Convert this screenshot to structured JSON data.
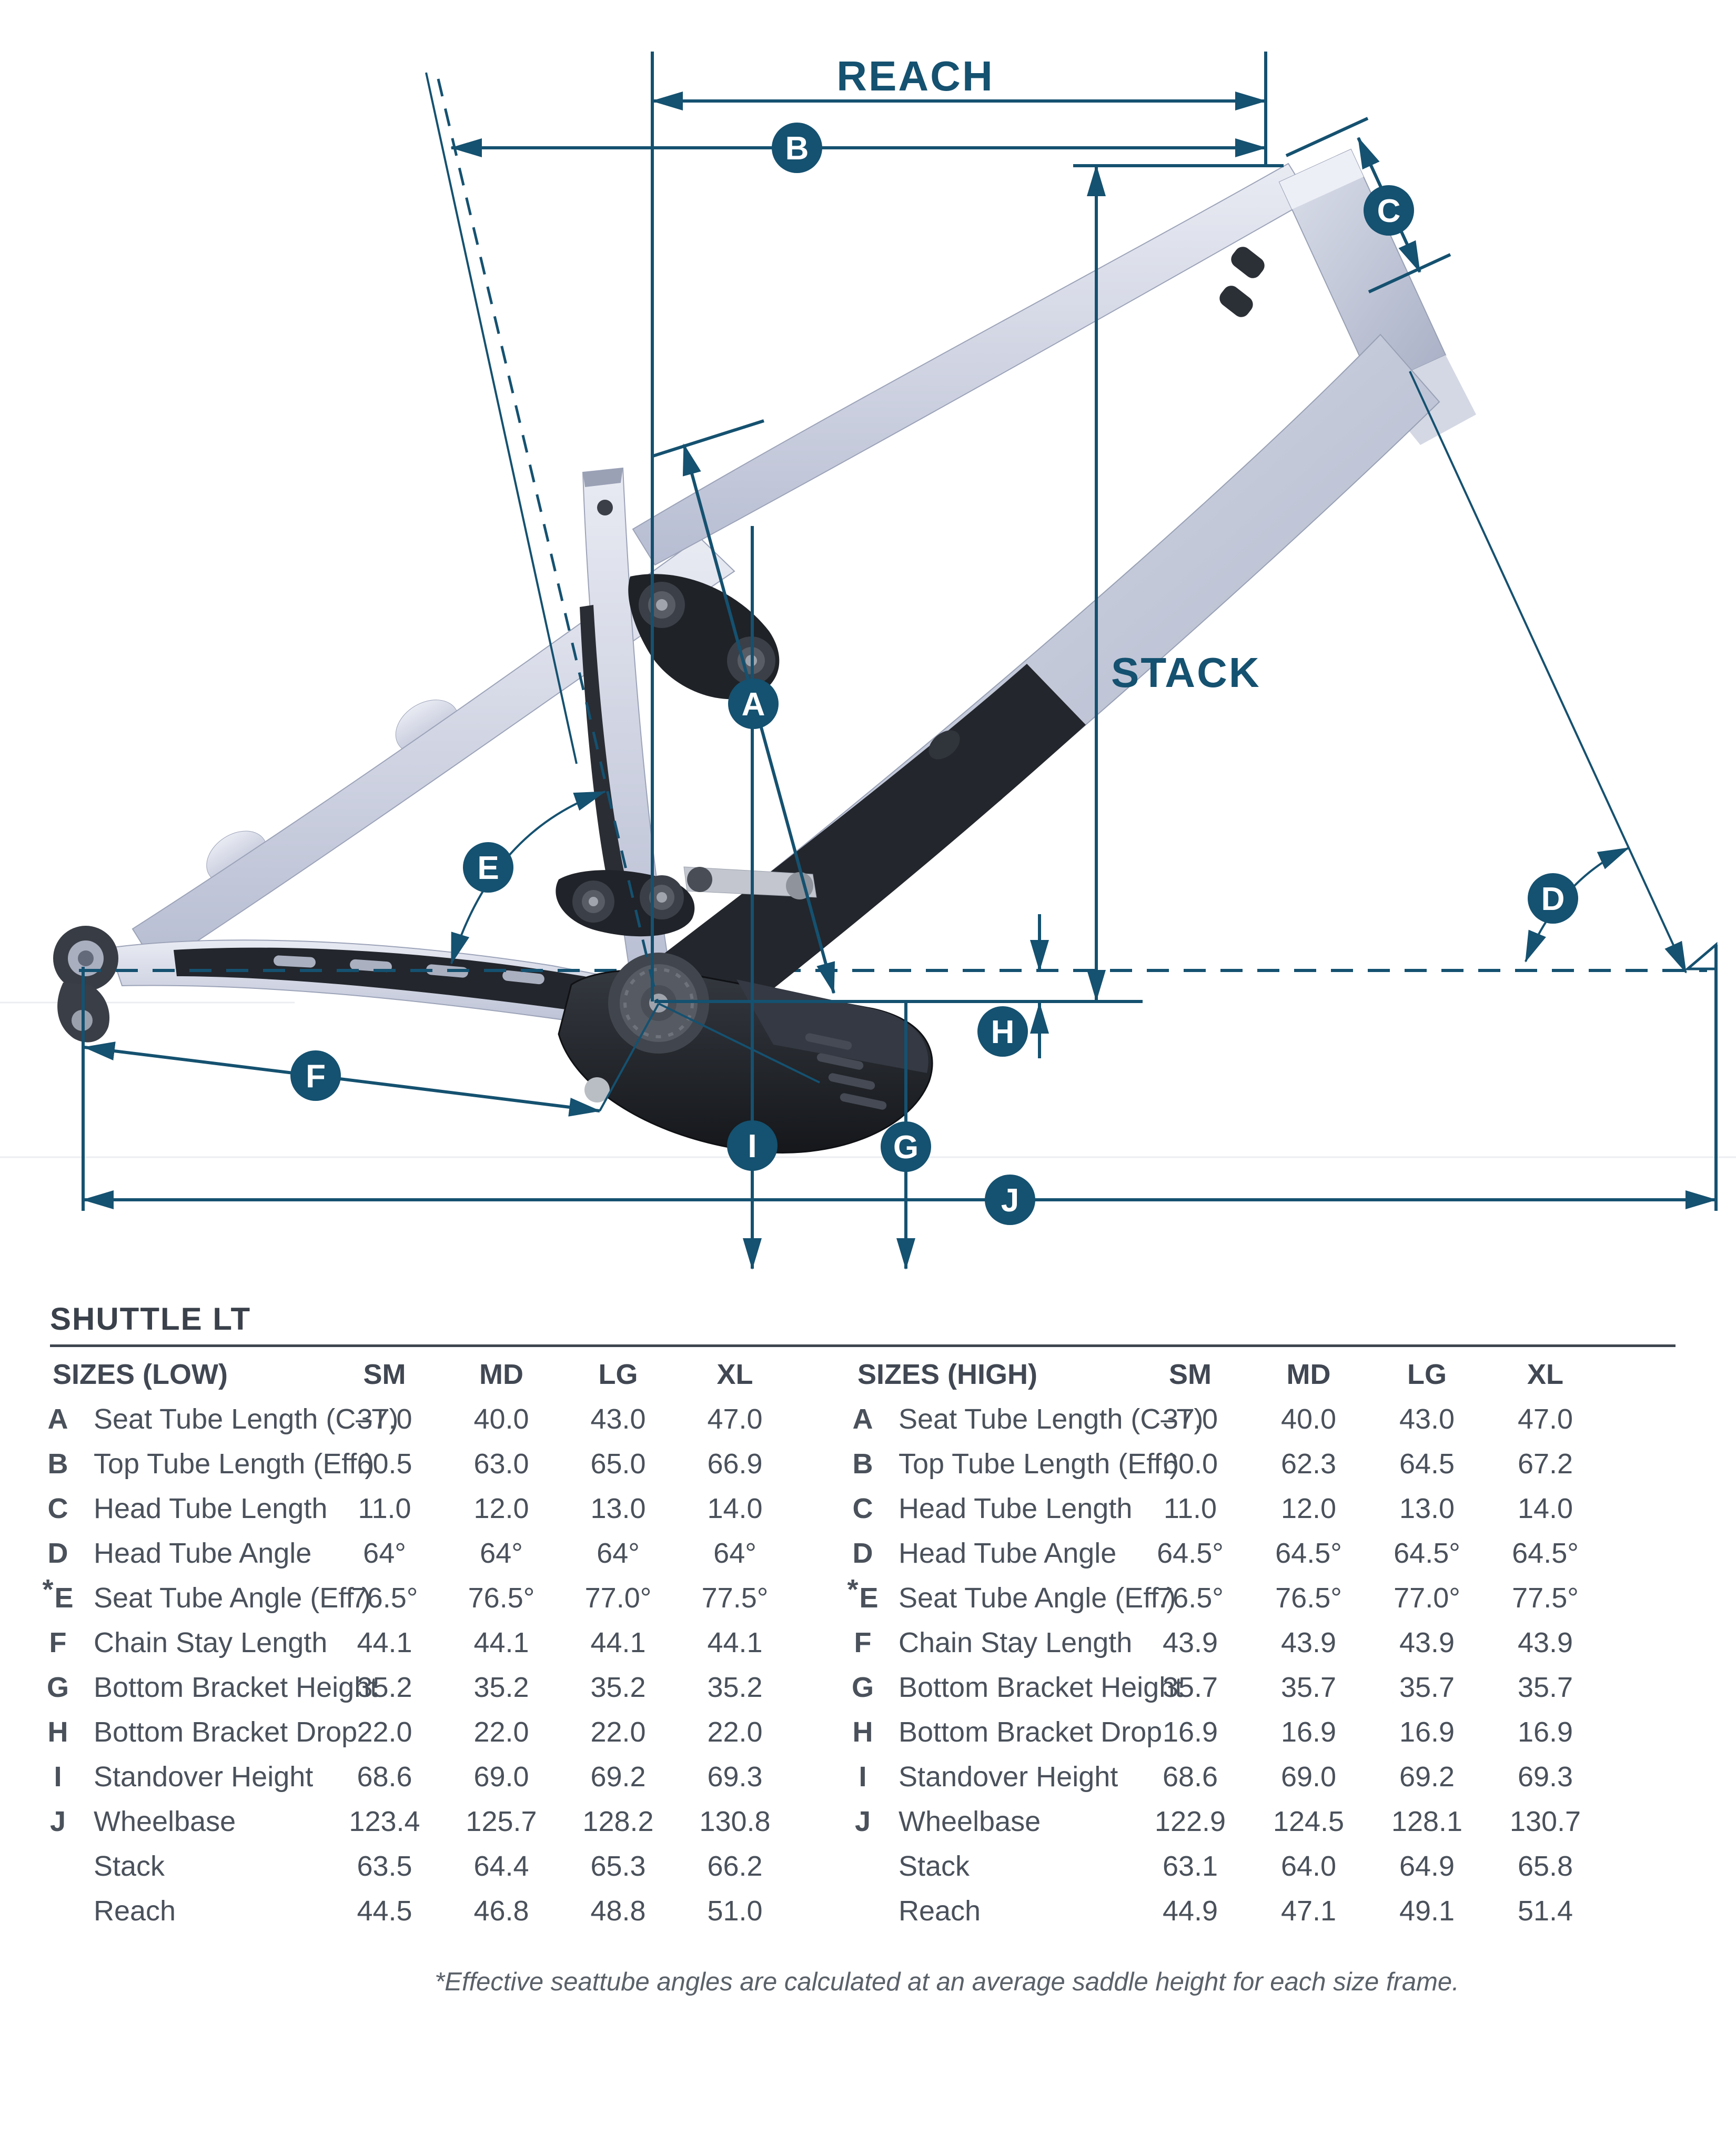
{
  "colors": {
    "accent": "#155170",
    "title_text": "#3a414b",
    "table_text": "#4a515b"
  },
  "diagram": {
    "reach_label": "REACH",
    "stack_label": "STACK",
    "markers": [
      "A",
      "B",
      "C",
      "D",
      "E",
      "F",
      "G",
      "H",
      "I",
      "J"
    ]
  },
  "table_section": {
    "title": "SHUTTLE LT",
    "footnote": "*Effective seattube angles are calculated at an average saddle height for each size frame."
  },
  "tables": {
    "low": {
      "header": "SIZES (LOW)",
      "columns": [
        "SM",
        "MD",
        "LG",
        "XL"
      ],
      "rows": [
        {
          "key": "A",
          "star": false,
          "label": "Seat Tube Length (C–T)",
          "values": [
            "37.0",
            "40.0",
            "43.0",
            "47.0"
          ]
        },
        {
          "key": "B",
          "star": false,
          "label": "Top Tube Length (Eff.)",
          "values": [
            "60.5",
            "63.0",
            "65.0",
            "66.9"
          ]
        },
        {
          "key": "C",
          "star": false,
          "label": "Head Tube Length",
          "values": [
            "11.0",
            "12.0",
            "13.0",
            "14.0"
          ]
        },
        {
          "key": "D",
          "star": false,
          "label": "Head Tube Angle",
          "values": [
            "64°",
            "64°",
            "64°",
            "64°"
          ]
        },
        {
          "key": "E",
          "star": true,
          "label": "Seat Tube Angle (Eff.)",
          "values": [
            "76.5°",
            "76.5°",
            "77.0°",
            "77.5°"
          ]
        },
        {
          "key": "F",
          "star": false,
          "label": "Chain Stay Length",
          "values": [
            "44.1",
            "44.1",
            "44.1",
            "44.1"
          ]
        },
        {
          "key": "G",
          "star": false,
          "label": "Bottom Bracket Height",
          "values": [
            "35.2",
            "35.2",
            "35.2",
            "35.2"
          ]
        },
        {
          "key": "H",
          "star": false,
          "label": "Bottom Bracket Drop",
          "values": [
            "22.0",
            "22.0",
            "22.0",
            "22.0"
          ]
        },
        {
          "key": "I",
          "star": false,
          "label": "Standover Height",
          "values": [
            "68.6",
            "69.0",
            "69.2",
            "69.3"
          ]
        },
        {
          "key": "J",
          "star": false,
          "label": "Wheelbase",
          "values": [
            "123.4",
            "125.7",
            "128.2",
            "130.8"
          ]
        },
        {
          "key": "",
          "star": false,
          "label": "Stack",
          "values": [
            "63.5",
            "64.4",
            "65.3",
            "66.2"
          ]
        },
        {
          "key": "",
          "star": false,
          "label": "Reach",
          "values": [
            "44.5",
            "46.8",
            "48.8",
            "51.0"
          ]
        }
      ]
    },
    "high": {
      "header": "SIZES (HIGH)",
      "columns": [
        "SM",
        "MD",
        "LG",
        "XL"
      ],
      "rows": [
        {
          "key": "A",
          "star": false,
          "label": "Seat Tube Length (C–T)",
          "values": [
            "37.0",
            "40.0",
            "43.0",
            "47.0"
          ]
        },
        {
          "key": "B",
          "star": false,
          "label": "Top Tube Length (Eff.)",
          "values": [
            "60.0",
            "62.3",
            "64.5",
            "67.2"
          ]
        },
        {
          "key": "C",
          "star": false,
          "label": "Head Tube Length",
          "values": [
            "11.0",
            "12.0",
            "13.0",
            "14.0"
          ]
        },
        {
          "key": "D",
          "star": false,
          "label": "Head Tube Angle",
          "values": [
            "64.5°",
            "64.5°",
            "64.5°",
            "64.5°"
          ]
        },
        {
          "key": "E",
          "star": true,
          "label": "Seat Tube Angle (Eff.)",
          "values": [
            "76.5°",
            "76.5°",
            "77.0°",
            "77.5°"
          ]
        },
        {
          "key": "F",
          "star": false,
          "label": "Chain Stay Length",
          "values": [
            "43.9",
            "43.9",
            "43.9",
            "43.9"
          ]
        },
        {
          "key": "G",
          "star": false,
          "label": "Bottom Bracket Height",
          "values": [
            "35.7",
            "35.7",
            "35.7",
            "35.7"
          ]
        },
        {
          "key": "H",
          "star": false,
          "label": "Bottom Bracket Drop",
          "values": [
            "16.9",
            "16.9",
            "16.9",
            "16.9"
          ]
        },
        {
          "key": "I",
          "star": false,
          "label": "Standover Height",
          "values": [
            "68.6",
            "69.0",
            "69.2",
            "69.3"
          ]
        },
        {
          "key": "J",
          "star": false,
          "label": "Wheelbase",
          "values": [
            "122.9",
            "124.5",
            "128.1",
            "130.7"
          ]
        },
        {
          "key": "",
          "star": false,
          "label": "Stack",
          "values": [
            "63.1",
            "64.0",
            "64.9",
            "65.8"
          ]
        },
        {
          "key": "",
          "star": false,
          "label": "Reach",
          "values": [
            "44.9",
            "47.1",
            "49.1",
            "51.4"
          ]
        }
      ]
    }
  }
}
